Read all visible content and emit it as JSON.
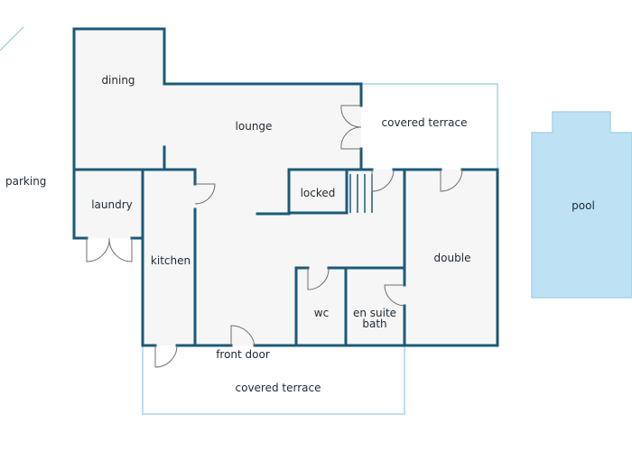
{
  "rooms": {
    "dining": "dining",
    "lounge": "lounge",
    "covered_terrace_top": "covered terrace",
    "parking": "parking",
    "laundry": "laundry",
    "locked": "locked",
    "kitchen": "kitchen",
    "double": "double",
    "pool": "pool",
    "wc": "wc",
    "en_suite_line1": "en suite",
    "en_suite_line2": "bath",
    "front_door": "front door",
    "covered_terrace_bottom": "covered terrace"
  },
  "colors": {
    "wall": "#1b5a78",
    "outline": "#a9d3e6",
    "pool": "#bfe1f4",
    "floor": "#f6f6f6"
  }
}
